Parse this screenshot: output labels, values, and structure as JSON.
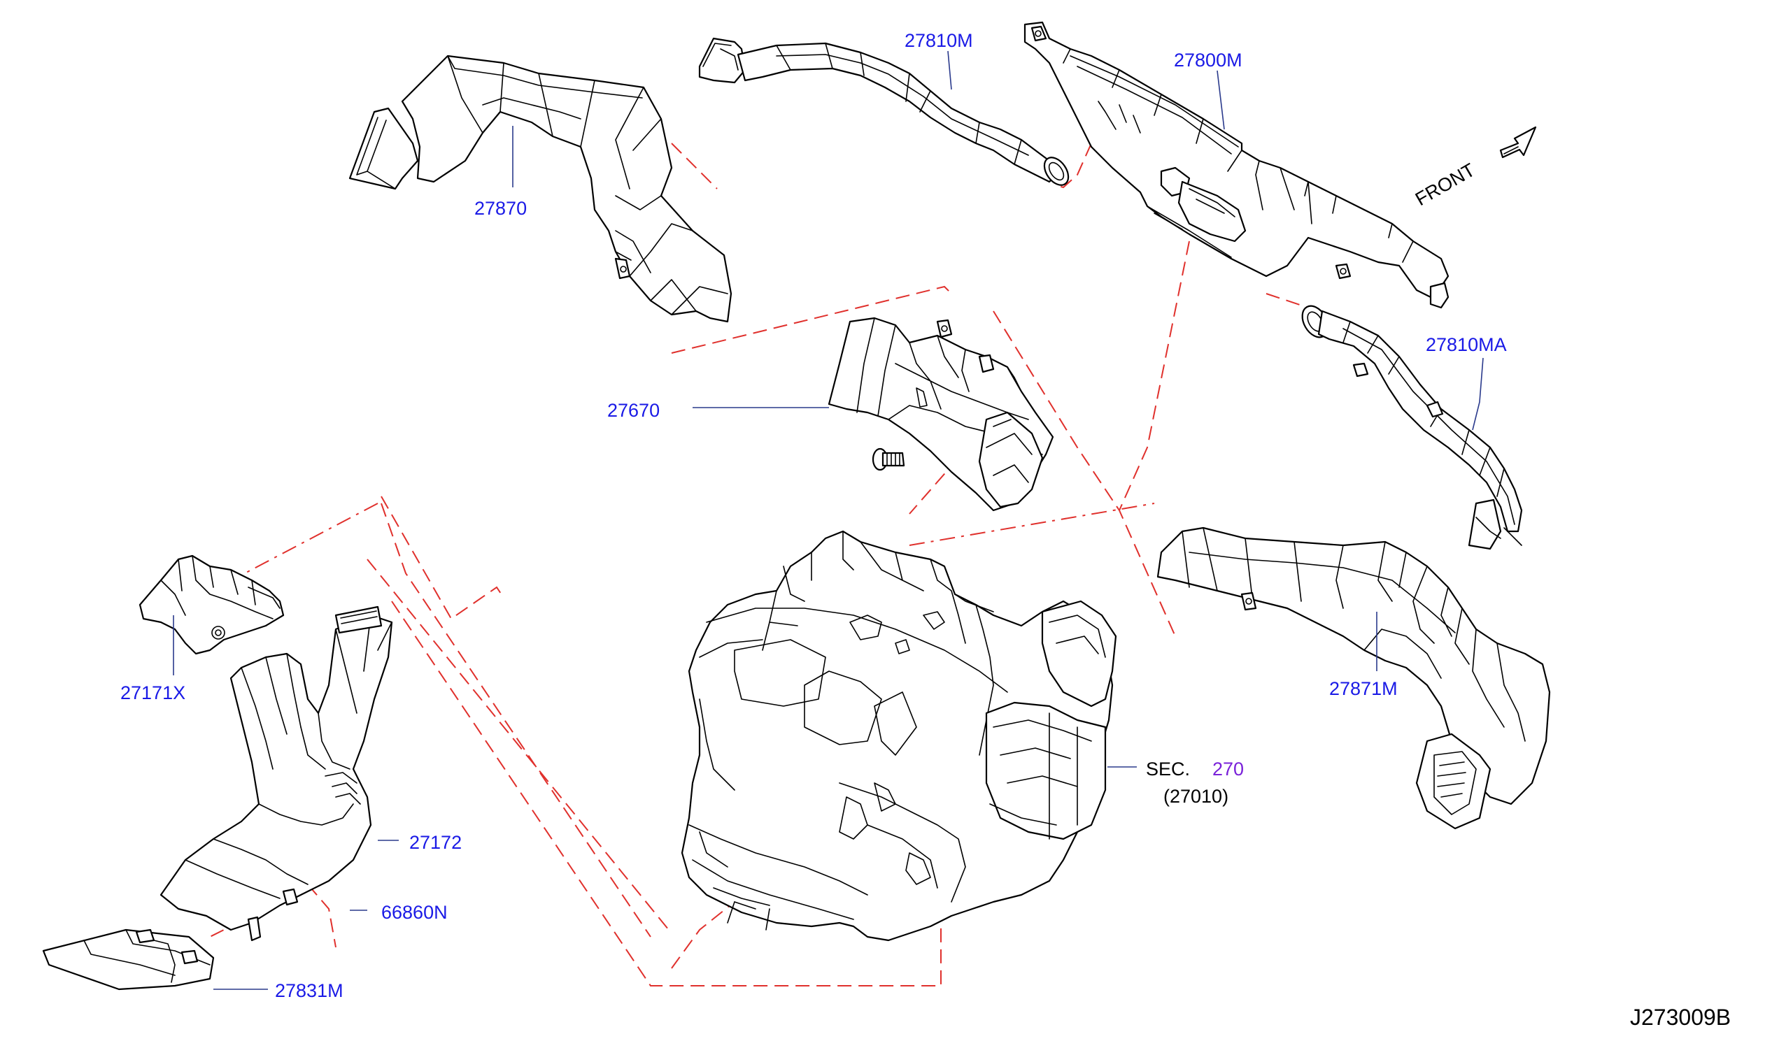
{
  "diagram": {
    "labels": {
      "p27810M": "27810M",
      "p27800M": "27800M",
      "p27870": "27870",
      "p27810MA": "27810MA",
      "p27670": "27670",
      "p27171X": "27171X",
      "p27871M": "27871M",
      "p27172": "27172",
      "p66860N": "66860N",
      "p27831M": "27831M",
      "sec_prefix": "SEC.",
      "sec_number": "270",
      "sec_sub": "(27010)",
      "front": "FRONT",
      "drawing_code": "J273009B"
    },
    "colors": {
      "label_blue": "#1a1ae6",
      "leader_blue": "#2a3a8c",
      "dash_red": "#e0302c",
      "sec_purple": "#7a22d9",
      "line_black": "#000000"
    }
  }
}
